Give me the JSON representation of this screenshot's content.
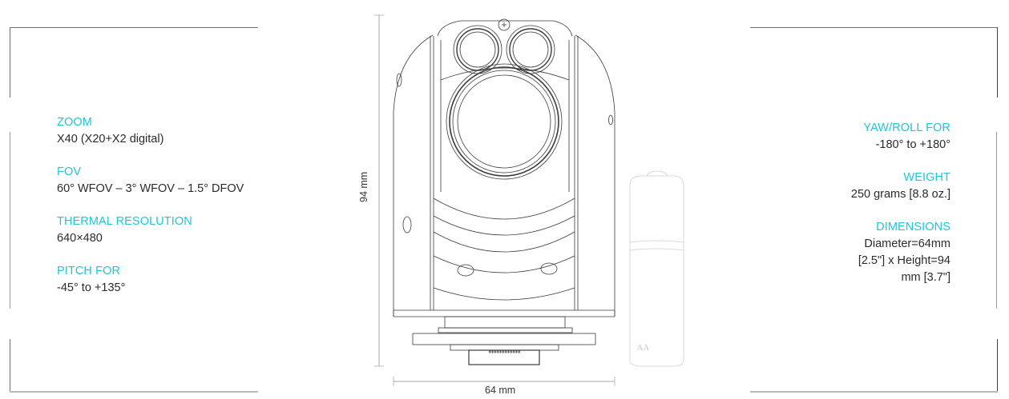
{
  "left_specs": [
    {
      "label": "ZOOM",
      "value": "X40 (X20+X2 digital)"
    },
    {
      "label": "FOV",
      "value": "60° WFOV – 3° WFOV – 1.5° DFOV"
    },
    {
      "label": "THERMAL RESOLUTION",
      "value": "640×480"
    },
    {
      "label": "PITCH FOR",
      "value": "-45° to +135°"
    }
  ],
  "right_specs": [
    {
      "label": "YAW/ROLL FOR",
      "value": "-180° to +180°"
    },
    {
      "label": "WEIGHT",
      "value": "250 grams [8.8 oz.]"
    },
    {
      "label": "DIMENSIONS",
      "value_lines": [
        "Diameter=64mm",
        "[2.5\"] x Height=94",
        "mm [3.7\"]"
      ]
    }
  ],
  "drawing": {
    "height_dimension": "94 mm",
    "width_dimension": "64 mm",
    "scale_reference": "AA",
    "icon": "gimbal-camera-technical-drawing"
  },
  "colors": {
    "accent": "#1ec5d8",
    "text": "#2a2a2a",
    "frame": "#6f6f6f"
  }
}
